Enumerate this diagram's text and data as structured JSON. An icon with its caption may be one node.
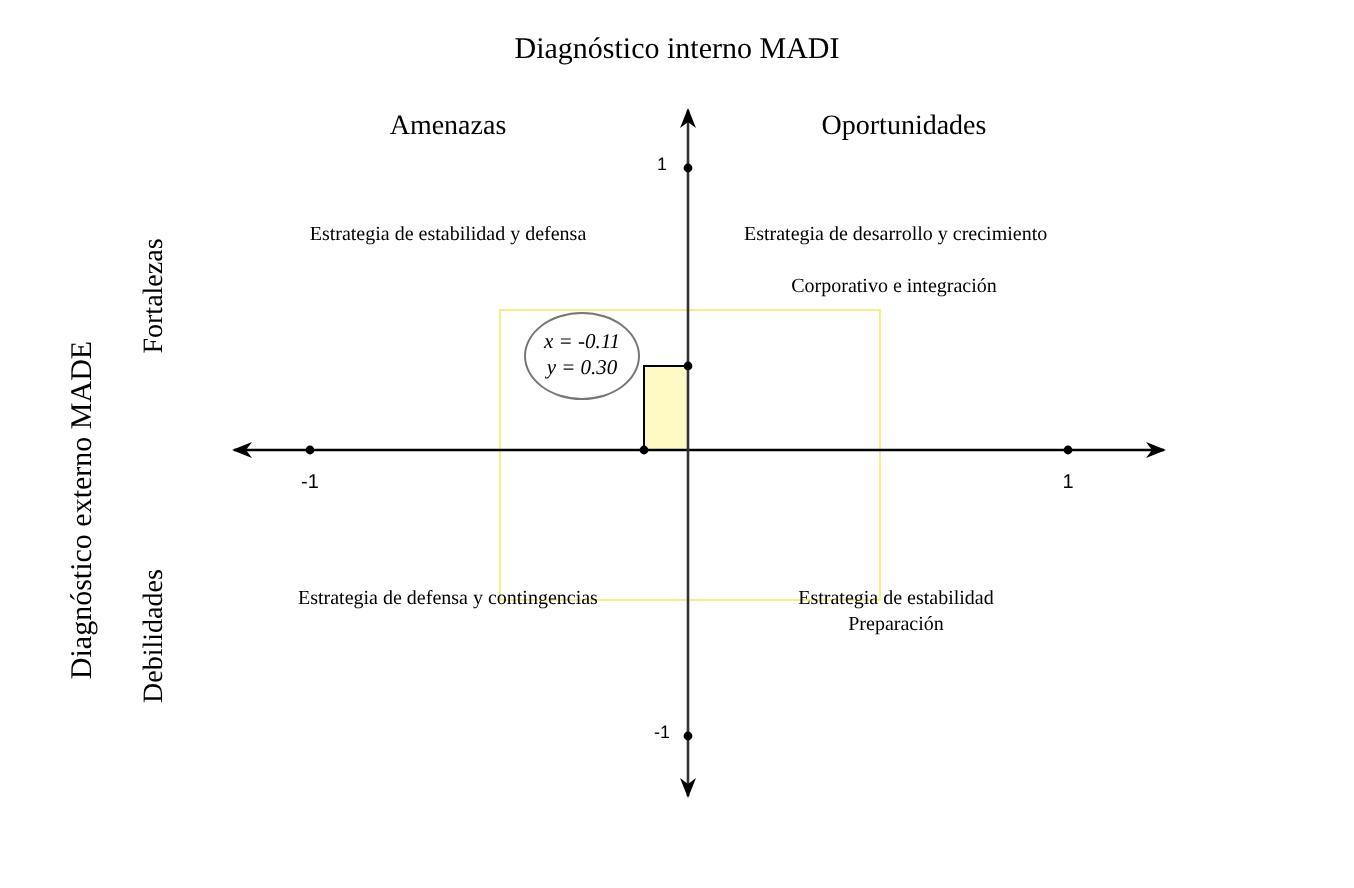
{
  "diagram": {
    "title": "Diagnóstico interno MADI",
    "nodes": [
      {
        "text": [
          "x = -0.11",
          "y = 0.30"
        ]
      }
    ],
    "labels": [
      "Amenazas",
      "Oportunidades",
      "1",
      "Fortalezas",
      "Estrategia de estabilidad y defensa",
      "Estrategia de desarrollo y crecimiento",
      "Corporativo e integración",
      "Diagnóstico externo MADE",
      "-1",
      "1",
      "Debilidades",
      "Estrategia de defensa y contingencias",
      "Estrategia de estabilidad",
      "Preparación",
      "-1"
    ]
  }
}
